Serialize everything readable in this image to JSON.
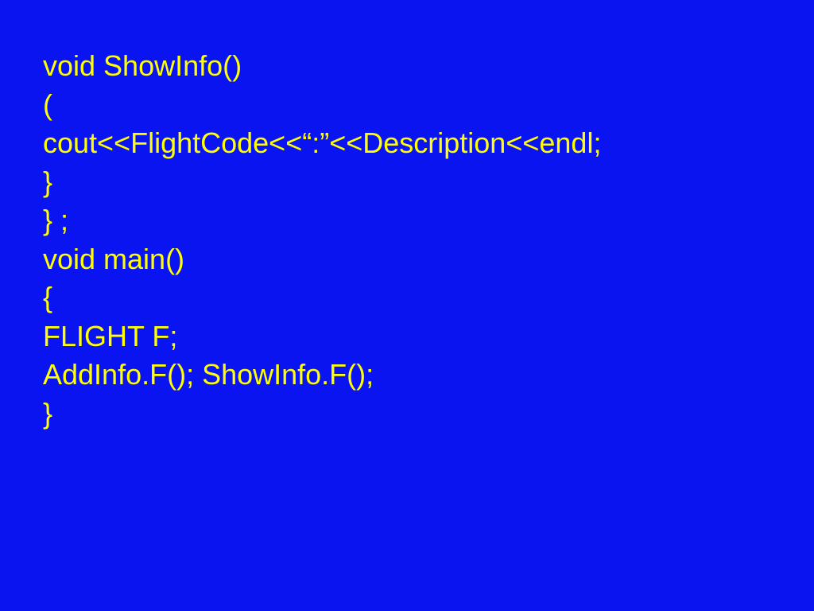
{
  "slide": {
    "background_color": "#0a14f0",
    "text_color": "#ffff00",
    "lines": [
      "void ShowInfo()",
      "(",
      "cout<<FlightCode<<“:”<<Description<<endl;",
      "}",
      "} ;",
      "void main()",
      "{",
      "FLIGHT F;",
      "AddInfo.F(); ShowInfo.F();",
      "}"
    ]
  }
}
